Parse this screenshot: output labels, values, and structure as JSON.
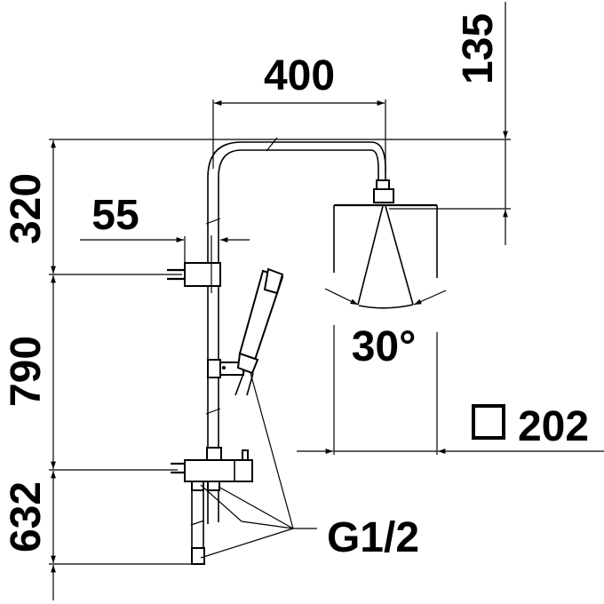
{
  "drawing": {
    "title": "Shower system technical drawing",
    "colors": {
      "line": "#000000",
      "background": "#ffffff"
    },
    "dimensions": {
      "arm_reach": "400",
      "head_drop": "135",
      "top_to_holder": "320",
      "holder_offset": "55",
      "holder_to_mixer": "790",
      "mixer_height": "632",
      "spray_angle": "30°",
      "head_size_symbol": "□",
      "head_size": "202",
      "connection_thread": "G1/2"
    }
  }
}
